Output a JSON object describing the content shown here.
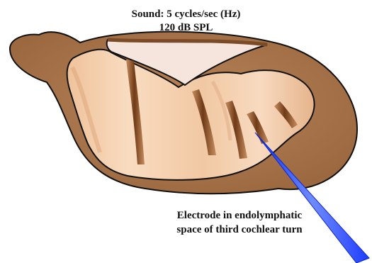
{
  "title": {
    "line1": "Sound: 5 cycles/sec (Hz)",
    "line2": "120 dB SPL"
  },
  "electrode_label": {
    "line1": "Electrode in endolymphatic",
    "line2": "space of third cochlear turn"
  },
  "colors": {
    "outer_shell": "#a8784e",
    "outline": "#111111",
    "tissue_light": "#f8d8b8",
    "tissue_mid": "#e7b087",
    "stripe": "#7a4520",
    "membrane": "#f7e6de",
    "electrode": "#2448ff"
  }
}
